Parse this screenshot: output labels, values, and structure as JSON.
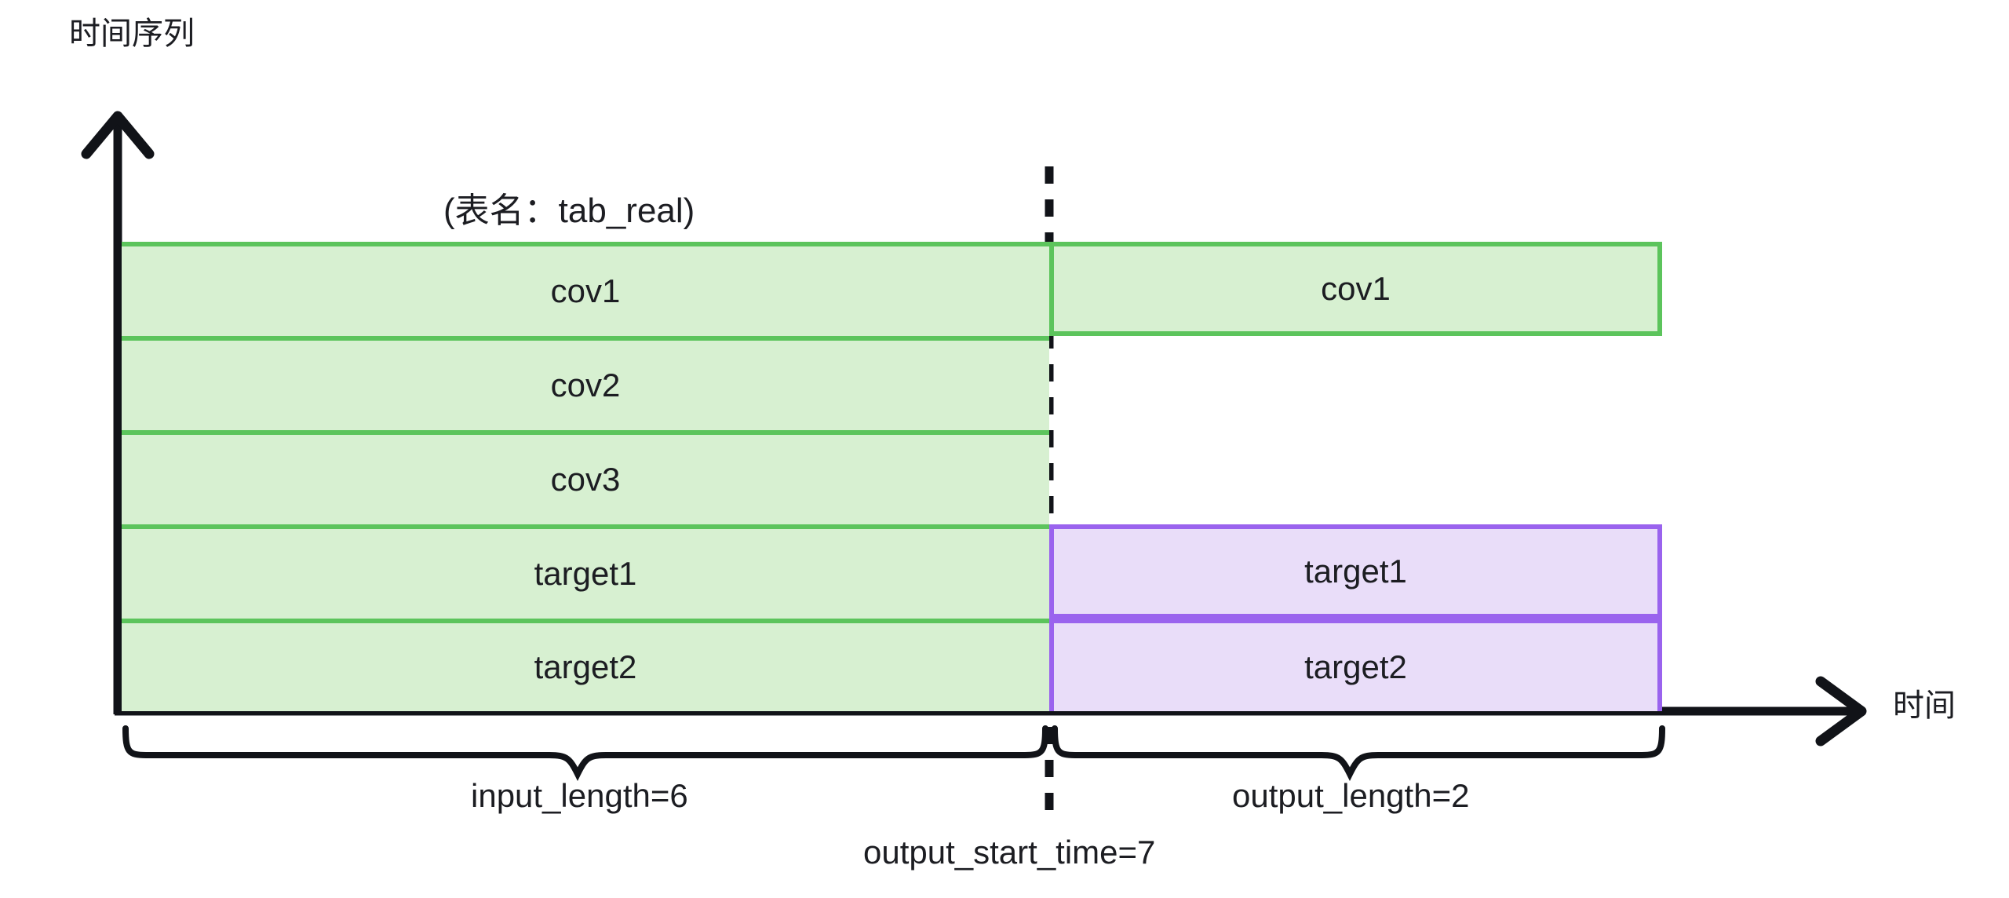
{
  "title": "时间序列",
  "axis": {
    "y_label": "时间序列",
    "x_label": "时间",
    "x_arrow_icon": "arrow-right-icon",
    "y_arrow_icon": "arrow-up-icon"
  },
  "table_name_label": "(表名：tab_real)",
  "colors": {
    "green_fill": "#d7f0d1",
    "green_stroke": "#5cc45c",
    "purple_fill": "#e9ddf9",
    "purple_stroke": "#9a63ee",
    "axis": "#111318",
    "text": "#1c1d22"
  },
  "input_rows": [
    {
      "label": "cov1"
    },
    {
      "label": "cov2"
    },
    {
      "label": "cov3"
    },
    {
      "label": "target1"
    },
    {
      "label": "target2"
    }
  ],
  "output_rows": [
    {
      "label": "cov1",
      "kind": "green"
    },
    {
      "label": "target1",
      "kind": "purple"
    },
    {
      "label": "target2",
      "kind": "purple"
    }
  ],
  "annotations": {
    "input_length": "input_length=6",
    "output_length": "output_length=2",
    "output_start_time": "output_start_time=7"
  },
  "chart_data": {
    "type": "bar",
    "title": "时间序列",
    "xlabel": "时间",
    "ylabel": "时间序列",
    "table_name": "tab_real",
    "input_length": 6,
    "output_length": 2,
    "output_start_time": 7,
    "series": [
      {
        "name": "cov1",
        "input_span": [
          1,
          6
        ],
        "output_span": [
          7,
          8
        ],
        "output_kind": "known-covariate"
      },
      {
        "name": "cov2",
        "input_span": [
          1,
          6
        ],
        "output_span": null,
        "output_kind": "none"
      },
      {
        "name": "cov3",
        "input_span": [
          1,
          6
        ],
        "output_span": null,
        "output_kind": "none"
      },
      {
        "name": "target1",
        "input_span": [
          1,
          6
        ],
        "output_span": [
          7,
          8
        ],
        "output_kind": "prediction"
      },
      {
        "name": "target2",
        "input_span": [
          1,
          6
        ],
        "output_span": [
          7,
          8
        ],
        "output_kind": "prediction"
      }
    ],
    "legend": [],
    "grid": false
  }
}
